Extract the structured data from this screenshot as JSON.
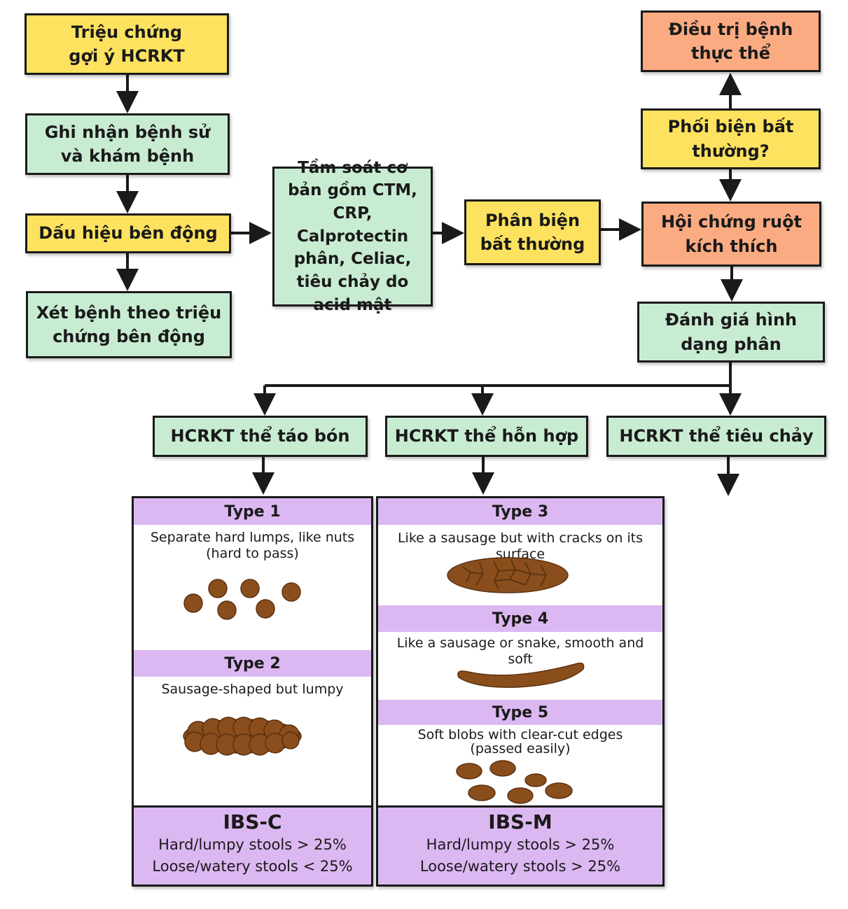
{
  "flow": {
    "symptoms": "Triệu chứng gợi ý HCRKT",
    "history": "Ghi nhận bệnh sử và khám bệnh",
    "warning": "Dấu hiệu bên động",
    "evaluate": "Xét bệnh theo triệu chứng bên động",
    "screening": "Tầm soát cơ bản gồm CTM, CRP, Calprotectin phân, Celiac, tiêu chảy do acid mật",
    "abnormal": "Phân biện bất thường",
    "treatment": "Điều trị bệnh thực thể",
    "abnormal_q": "Phối biện bất thường?",
    "ibs": "Hội chứng ruột kích thích",
    "stool_form": "Đánh giá hình dạng phân",
    "type_c": "HCRKT thể táo bón",
    "type_m": "HCRKT thể hỗn hợp",
    "type_d": "HCRKT thể tiêu chảy"
  },
  "panel_c": {
    "type1": {
      "title": "Type 1",
      "desc": "Separate hard lumps, like nuts (hard to pass)"
    },
    "type2": {
      "title": "Type 2",
      "desc": "Sausage-shaped but lumpy"
    },
    "footer": {
      "title": "IBS-C",
      "line1": "Hard/lumpy stools > 25%",
      "line2": "Loose/watery stools < 25%"
    }
  },
  "panel_m": {
    "type3": {
      "title": "Type 3",
      "desc": "Like a sausage but with cracks on its surface"
    },
    "type4": {
      "title": "Type 4",
      "desc": "Like a sausage or snake, smooth and soft"
    },
    "type5": {
      "title": "Type 5",
      "desc": "Soft blobs with clear-cut edges (passed easily)"
    },
    "footer": {
      "title": "IBS-M",
      "line1": "Hard/lumpy stools > 25%",
      "line2": "Loose/watery stools > 25%"
    }
  },
  "colors": {
    "yellow": "#fde25f",
    "green": "#c8ecd2",
    "orange": "#fbab82",
    "purple": "#dcb8f2",
    "stool": "#8a4e1c"
  }
}
